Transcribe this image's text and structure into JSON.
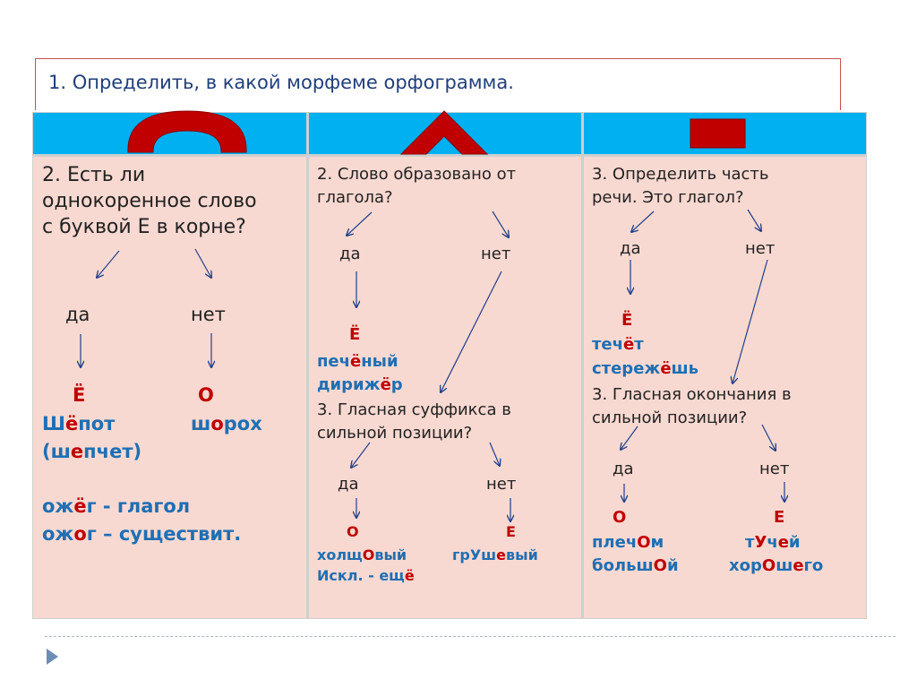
{
  "title": "1. Определить, в какой морфеме орфограмма.",
  "icons": [
    "root-arc-icon",
    "suffix-caret-icon",
    "ending-square-icon"
  ],
  "colors": {
    "header": "#00b0f0",
    "cell": "#f8d9d1",
    "blue": "#1f6fb4",
    "red": "#c00000",
    "symbol": "#c00000"
  },
  "col1": {
    "q": [
      "2. Есть ли",
      "однокоренное слово",
      "с буквой Е в корне?"
    ],
    "yes": "да",
    "no": "нет",
    "yes_letter": "Ё",
    "no_letter": "О",
    "w1": [
      "Ш",
      "ё",
      "пот"
    ],
    "w2": [
      "ш",
      "о",
      "рох"
    ],
    "w3": [
      "(ш",
      "е",
      "пчет)"
    ],
    "w4": [
      "ож",
      "ё",
      "г - глагол"
    ],
    "w5": [
      "ож",
      "о",
      "г – существит."
    ]
  },
  "col2": {
    "q": [
      "2. Слово образовано от",
      "глагола?"
    ],
    "yes": "да",
    "no": "нет",
    "yes_letter": "Ё",
    "w1": [
      "печ",
      "ё",
      "ный"
    ],
    "w2": [
      "дириж",
      "ё",
      "р"
    ],
    "q2": [
      "3. Гласная  суффикса в",
      "сильной позиции?"
    ],
    "yes2": "да",
    "no2": "нет",
    "o": "О",
    "e": "Е",
    "w3": [
      "холщ",
      "О",
      "вый"
    ],
    "w4": [
      "грУш",
      "е",
      "вый"
    ],
    "w5": [
      "Искл.  - ещ",
      "ё"
    ]
  },
  "col3": {
    "q": [
      "3. Определить часть",
      "речи. Это глагол?"
    ],
    "yes": "да",
    "no": "нет",
    "yes_letter": "Ё",
    "w1": [
      "теч",
      "ё",
      "т"
    ],
    "w2": [
      "стереж",
      "ё",
      "шь"
    ],
    "q2": [
      "3. Гласная окончания в",
      "сильной позиции?"
    ],
    "yes2": "да",
    "no2": "нет",
    "o": "О",
    "e": "Е",
    "w3": [
      "плеч",
      "О",
      "м"
    ],
    "w4": [
      "т",
      "У",
      "ч",
      "е",
      "й"
    ],
    "w5": [
      "больш",
      "О",
      "й"
    ],
    "w6": [
      "хор",
      "О",
      "ш",
      "е",
      "го"
    ]
  }
}
